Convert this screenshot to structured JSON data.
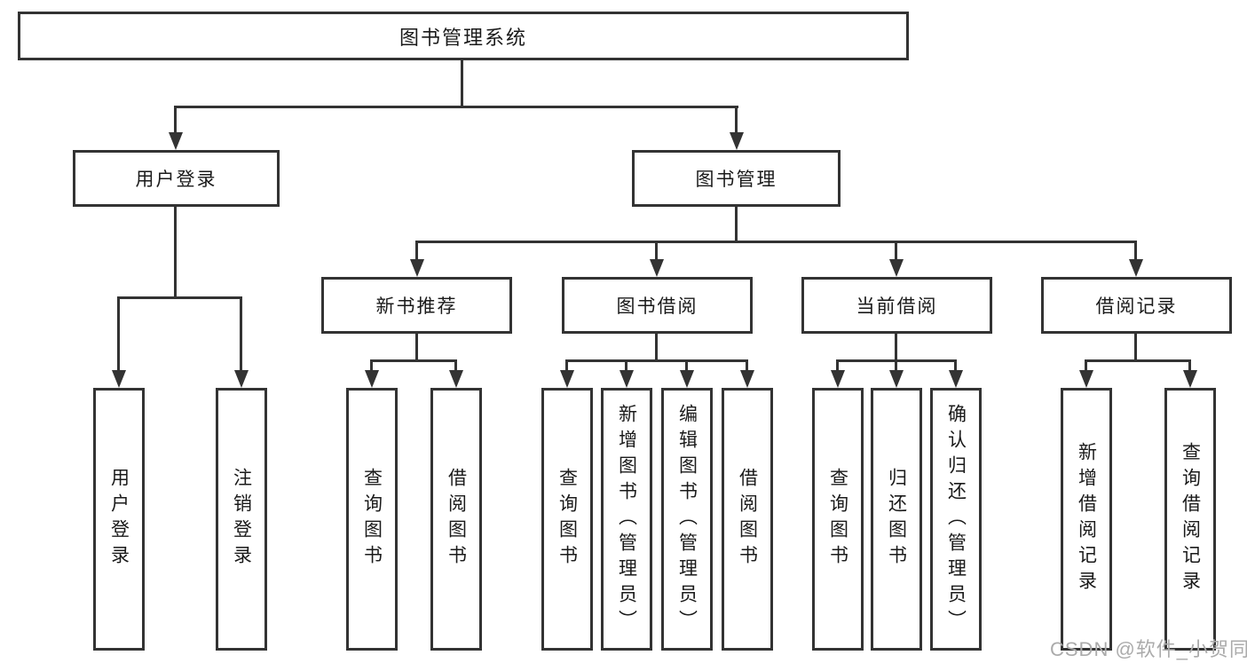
{
  "diagram": {
    "root_label": "图书管理系统",
    "level1": [
      "用户登录",
      "图书管理"
    ],
    "level2": [
      "新书推荐",
      "图书借阅",
      "当前借阅",
      "借阅记录"
    ],
    "leaves": {
      "user_login": [
        "用户登录",
        "注销登录"
      ],
      "new_book_recommend": [
        "查询图书",
        "借阅图书"
      ],
      "book_borrow": [
        "查询图书",
        "新增图书（管理员）",
        "编辑图书（管理员）",
        "借阅图书"
      ],
      "current_borrow": [
        "查询图书",
        "归还图书",
        "确认归还（管理员）"
      ],
      "borrow_record": [
        "新增借阅记录",
        "查询借阅记录"
      ]
    }
  },
  "watermark": "CSDN @软件_小贺同学",
  "colors": {
    "line": "#333333",
    "border": "#333333",
    "text": "#1a1a1a",
    "background": "#ffffff",
    "watermark": "#ababab"
  }
}
